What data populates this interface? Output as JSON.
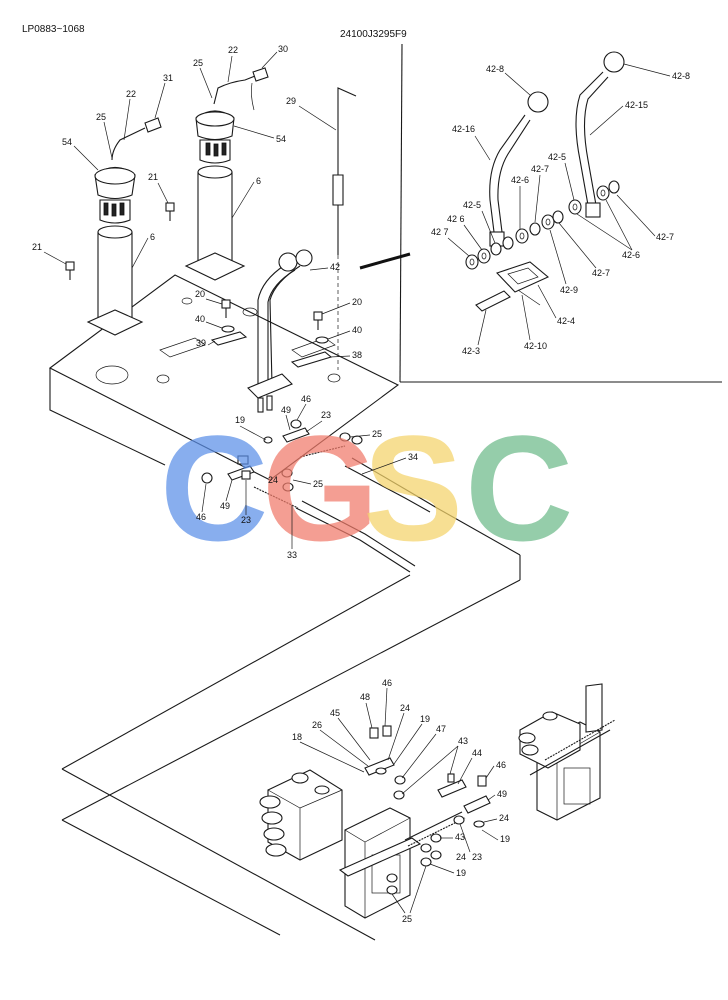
{
  "header": {
    "serial_range": "LP0883~1068",
    "diagram_code": "24100J3295F9"
  },
  "watermark": {
    "letters": [
      "C",
      "G",
      "S",
      "C"
    ],
    "colors": [
      "#5b8fe8",
      "#f07a6a",
      "#f5d46a",
      "#6dba8a"
    ]
  },
  "labels": {
    "l22a": "22",
    "l30": "30",
    "l25a": "25",
    "l31": "31",
    "l22b": "22",
    "l25b": "25",
    "l54a": "54",
    "l54b": "54",
    "l29": "29",
    "l6a": "6",
    "l6b": "6",
    "l21a": "21",
    "l21b": "21",
    "l42": "42",
    "l20a": "20",
    "l40a": "40",
    "l39": "39",
    "l20b": "20",
    "l40b": "40",
    "l38": "38",
    "l19a": "19",
    "l49a": "49",
    "l46a": "46",
    "l23a": "23",
    "l25c": "25",
    "l34": "34",
    "l24a": "24",
    "l25d": "25",
    "l46b": "46",
    "l49b": "49",
    "l23b": "23",
    "l33": "33",
    "i42_8a": "42-8",
    "i42_8b": "42-8",
    "i42_16": "42-16",
    "i42_15": "42-15",
    "i42_5a": "42-5",
    "i42_6a": "42-6",
    "i42_7a": "42-7",
    "i42_5b": "42-5",
    "i42_6b": "42 6",
    "i42_7b": "42 7",
    "i42_7c": "42-7",
    "i42_6c": "42-6",
    "i42_7d": "42-7",
    "i42_9": "42-9",
    "i42_4": "42-4",
    "i42_3": "42-3",
    "i42_10": "42-10",
    "b46a": "46",
    "b48": "48",
    "b45": "45",
    "b24a": "24",
    "b26": "26",
    "b19a": "19",
    "b18": "18",
    "b47": "47",
    "b43a": "43",
    "b44": "44",
    "b46b": "46",
    "b49": "49",
    "b24b": "24",
    "b19b": "19",
    "b43b": "43",
    "b23": "23",
    "b24c": "24",
    "b19c": "19",
    "b25": "25"
  }
}
